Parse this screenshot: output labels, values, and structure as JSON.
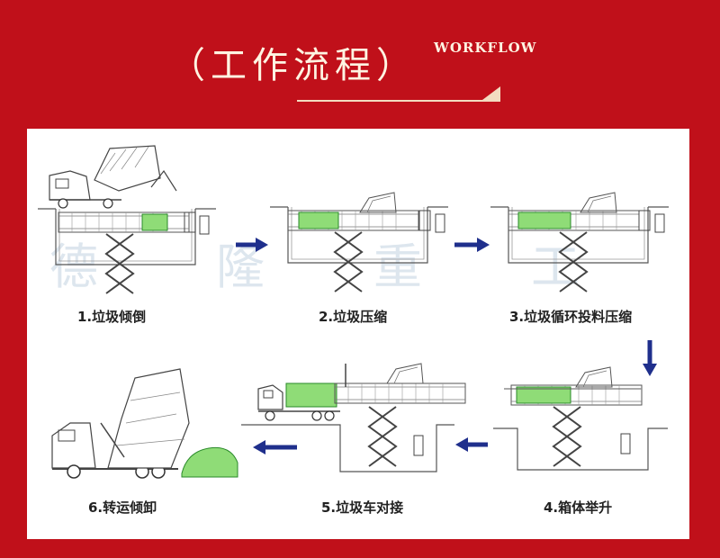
{
  "header": {
    "title": "（工作流程）",
    "subtitle": "WORKFLOW"
  },
  "steps": [
    {
      "label": "1.垃圾倾倒"
    },
    {
      "label": "2.垃圾压缩"
    },
    {
      "label": "3.垃圾循环投料压缩"
    },
    {
      "label": "4.箱体举升"
    },
    {
      "label": "5.垃圾车对接"
    },
    {
      "label": "6.转运倾卸"
    }
  ],
  "watermark": [
    "德",
    "隆",
    "重",
    "工"
  ],
  "colors": {
    "background": "#c0101a",
    "arrow": "#1f2f8c",
    "compacted_waste": "#8fdc77"
  }
}
